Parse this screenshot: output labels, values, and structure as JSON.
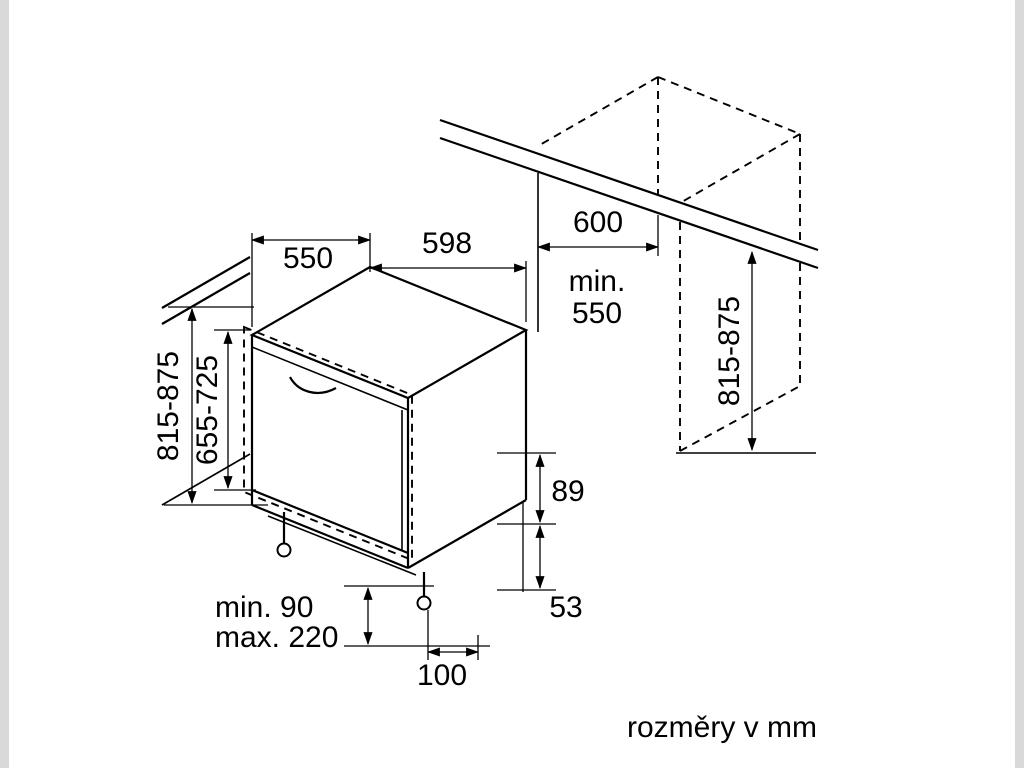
{
  "colors": {
    "background": "#ffffff",
    "line": "#000000",
    "edge_strip": "#d9d9d9"
  },
  "caption": {
    "units_note": "rozměry v mm"
  },
  "dimensions": {
    "appliance_depth": "550",
    "appliance_width": "598",
    "niche_width": "600",
    "niche_depth_line1": "min.",
    "niche_depth_line2": "550",
    "niche_height_right": "815-875",
    "appliance_height_left": "815-875",
    "door_height": "655-725",
    "rear_gap_upper": "89",
    "rear_gap_lower": "53",
    "plinth_min": "min. 90",
    "plinth_max": "max. 220",
    "foot_setback": "100"
  }
}
